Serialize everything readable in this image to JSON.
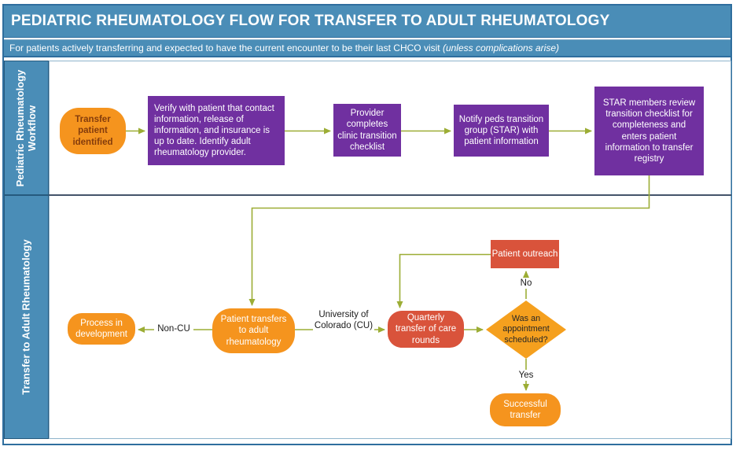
{
  "header": {
    "title": "PEDIATRIC RHEUMATOLOGY FLOW FOR TRANSFER TO ADULT RHEUMATOLOGY",
    "subtitle_prefix": "For patients actively transferring and expected to have the current encounter to be their last CHCO visit ",
    "subtitle_emphasis": "(unless complications arise)"
  },
  "lanes": [
    {
      "label": "Pediatric Rheumatology Workflow"
    },
    {
      "label": "Transfer to Adult Rheumatology"
    }
  ],
  "nodes": {
    "transfer_identified": {
      "label": "Transfer patient identified"
    },
    "verify": {
      "label": "Verify with patient that contact information, release of information, and insurance is up to date. Identify adult rheumatology provider."
    },
    "provider_checklist": {
      "label": "Provider completes clinic transition checklist"
    },
    "notify_star": {
      "label": "Notify peds transition group (STAR) with patient information"
    },
    "star_review": {
      "label": "STAR members review transition checklist for completeness and enters patient information to transfer registry"
    },
    "process_development": {
      "label": "Process in development"
    },
    "patient_transfers": {
      "label": "Patient transfers to adult rheumatology"
    },
    "quarterly_rounds": {
      "label": "Quarterly transfer of care rounds"
    },
    "appointment_decision": {
      "label": "Was an appointment scheduled?"
    },
    "patient_outreach": {
      "label": "Patient outreach"
    },
    "successful_transfer": {
      "label": "Successful transfer"
    }
  },
  "edge_labels": {
    "non_cu": "Non-CU",
    "cu": "University of Colorado (CU)",
    "no": "No",
    "yes": "Yes"
  },
  "colors": {
    "bar_blue": "#4A8DB7",
    "border_blue": "#2F6E9E",
    "lane_divider": "#44546A",
    "process_purple": "#7030A0",
    "terminal_orange": "#F5941E",
    "decision_orange": "#F5A01E",
    "alert_red": "#D9533B",
    "connector_green": "#9CAD35",
    "dark_text": "#843C0C"
  }
}
